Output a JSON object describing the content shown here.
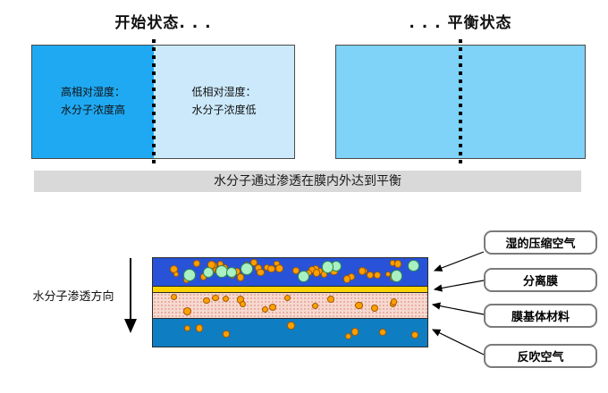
{
  "titles": {
    "start": "开始状态. . .",
    "equilibrium": ". . . 平衡状态"
  },
  "start_box": {
    "left_color": "#1fa9f2",
    "right_color": "#cbe9fb",
    "left_label_line1": "高相对湿度：",
    "left_label_line2": "水分子浓度高",
    "right_label_line1": "低相对湿度：",
    "right_label_line2": "水分子浓度低"
  },
  "equilibrium_box": {
    "color": "#7fd2f8"
  },
  "banner": {
    "text": "水分子通过渗透在膜内外达到平衡",
    "bg": "#d9d9d9"
  },
  "permeation": {
    "direction_label": "水分子渗透方向",
    "layers": [
      {
        "id": "wet-air",
        "label": "湿的压缩空气",
        "color": "#2853d8"
      },
      {
        "id": "membrane",
        "label": "分离膜",
        "color": "#ffd400"
      },
      {
        "id": "substrate",
        "label": "膜基体材料",
        "color": "#f6d9d0"
      },
      {
        "id": "purge-air",
        "label": "反吹空气",
        "color": "#0e7dc2"
      }
    ],
    "dots": {
      "orange_color": "#ffa000",
      "orange_border": "#a35a00",
      "green_color": "#a9f0c2",
      "green_border": "#2e8b57",
      "counts": {
        "wet-air": {
          "orange": 46,
          "green": 10
        },
        "substrate": {
          "orange": 17,
          "green": 0
        },
        "purge-air": {
          "orange": 8,
          "green": 0
        }
      }
    }
  }
}
